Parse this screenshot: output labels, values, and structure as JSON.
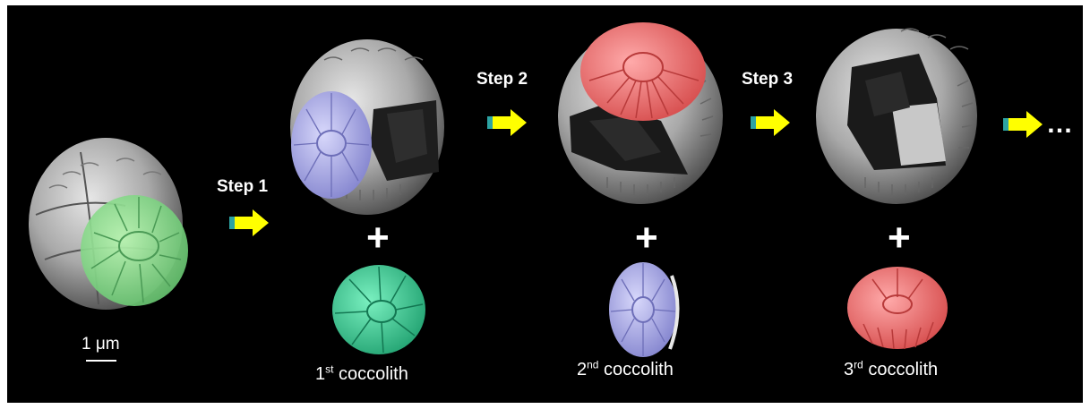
{
  "steps": [
    {
      "label": "Step 1"
    },
    {
      "label": "Step 2"
    },
    {
      "label": "Step 3"
    }
  ],
  "plus_sign": "+",
  "ellipsis": "…",
  "captions": [
    {
      "ordinal": "1",
      "suffix": "st",
      "text": "coccolith"
    },
    {
      "ordinal": "2",
      "suffix": "nd",
      "text": "coccolith"
    },
    {
      "ordinal": "3",
      "suffix": "rd",
      "text": "coccolith"
    }
  ],
  "scale_bar": {
    "label": "1 μm"
  },
  "colors": {
    "background": "#000000",
    "arrow": "#ffff00",
    "shell": "#b9b9b9",
    "coccolith_1": "#3fd79a",
    "coccolith_2": "#a7a8ea",
    "coccolith_3": "#f06a6a",
    "overlay_green": "#8fe28f"
  }
}
